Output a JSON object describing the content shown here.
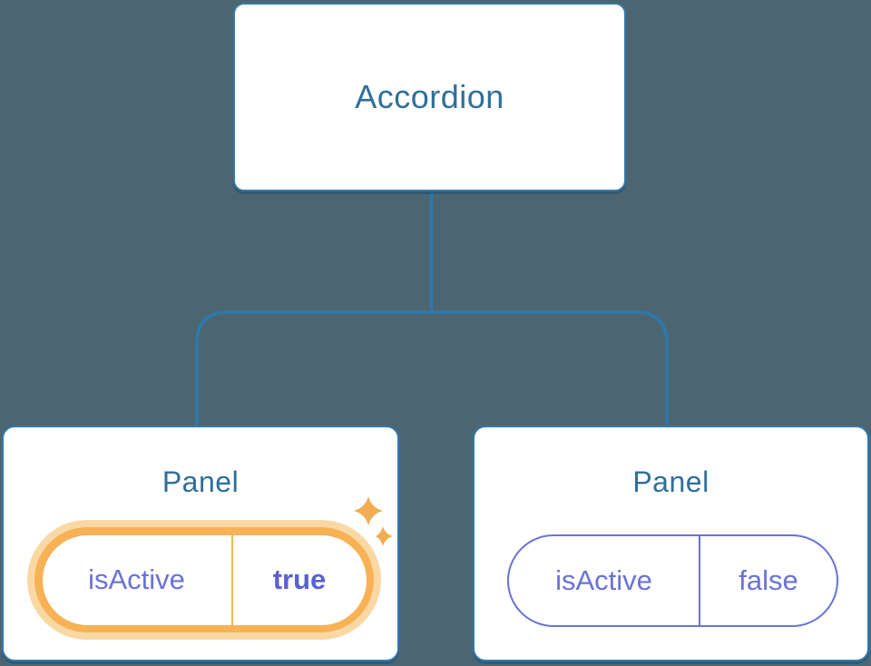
{
  "colors": {
    "background": "#4B6671",
    "line": "#2F78AD",
    "node_border": "#3279AE",
    "title": "#2F6F99",
    "purple": "#6A72D6",
    "purple_bold": "#5A60CE",
    "orange": "#F6B254",
    "orange_halo": "#FAD8A4",
    "orange_divider": "#F2B45C",
    "sparkle": "#F3AC52"
  },
  "tree": {
    "root": {
      "label": "Accordion"
    },
    "children": [
      {
        "label": "Panel",
        "state": {
          "key": "isActive",
          "value": "true"
        },
        "highlighted": true,
        "icon": "sparkles-icon"
      },
      {
        "label": "Panel",
        "state": {
          "key": "isActive",
          "value": "false"
        },
        "highlighted": false
      }
    ]
  }
}
